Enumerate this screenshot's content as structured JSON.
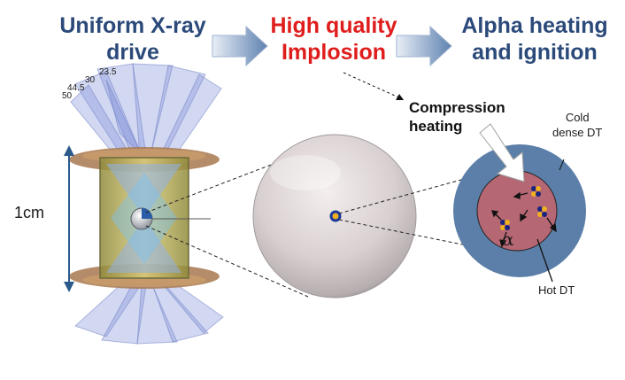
{
  "headers": {
    "step1": {
      "line1": "Uniform X-ray",
      "line2": "drive"
    },
    "step2": {
      "line1": "High quality",
      "line2": "Implosion"
    },
    "step3": {
      "line1": "Alpha heating",
      "line2": "and ignition"
    }
  },
  "angles": [
    "50",
    "44.5",
    "30",
    "23.5"
  ],
  "scale_label": "1cm",
  "compression": {
    "line1": "Compression",
    "line2": "heating"
  },
  "cold_dt": {
    "line1": "Cold",
    "line2": "dense DT"
  },
  "hot_dt": "Hot DT",
  "alpha": "α",
  "colors": {
    "header_blue": "#2b4a7a",
    "header_red": "#e01d1d",
    "arrow_fill": "#6e8fb8",
    "cold_shell": "#5b7fa8",
    "hot_core": "#b56773",
    "beam_blue": "#7f8fd6",
    "hohlraum_gold": "#c9b45a"
  }
}
